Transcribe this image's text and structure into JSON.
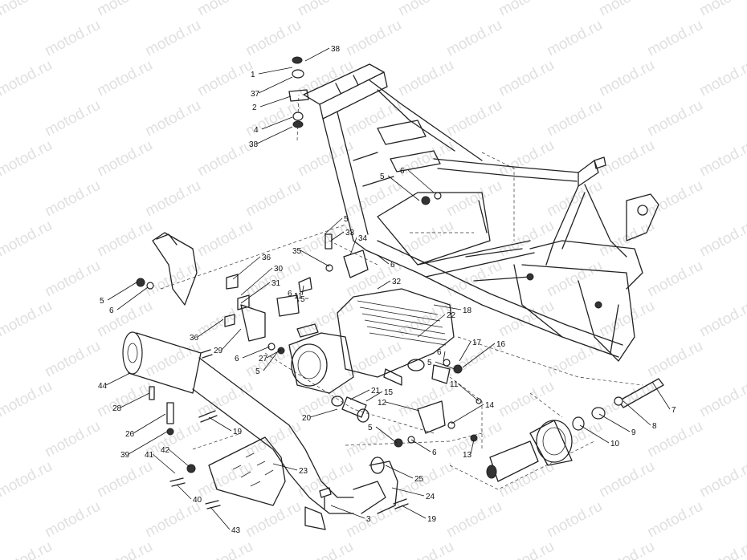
{
  "watermark": {
    "text": "motod.ru",
    "color": "#c8c8c8"
  },
  "diagram": {
    "style": "exploded parts diagram, black line art on white",
    "callouts": [
      {
        "id": "c38a",
        "text": "38"
      },
      {
        "id": "c1",
        "text": "1"
      },
      {
        "id": "c37",
        "text": "37"
      },
      {
        "id": "c2",
        "text": "2"
      },
      {
        "id": "c4",
        "text": "4"
      },
      {
        "id": "c38b",
        "text": "38"
      },
      {
        "id": "c5a",
        "text": "5"
      },
      {
        "id": "c6a",
        "text": "6"
      },
      {
        "id": "c5b",
        "text": "5"
      },
      {
        "id": "c33",
        "text": "33"
      },
      {
        "id": "c34",
        "text": "34"
      },
      {
        "id": "c6b",
        "text": "6"
      },
      {
        "id": "c35",
        "text": "35"
      },
      {
        "id": "c36a",
        "text": "36"
      },
      {
        "id": "c30",
        "text": "30"
      },
      {
        "id": "c31",
        "text": "31"
      },
      {
        "id": "c32",
        "text": "32"
      },
      {
        "id": "c11a",
        "text": "11"
      },
      {
        "id": "c6c",
        "text": "6"
      },
      {
        "id": "c5c",
        "text": "5"
      },
      {
        "id": "c5d",
        "text": "5"
      },
      {
        "id": "c6d",
        "text": "6"
      },
      {
        "id": "c36b",
        "text": "36"
      },
      {
        "id": "c29",
        "text": "29"
      },
      {
        "id": "c6e",
        "text": "6"
      },
      {
        "id": "c5e",
        "text": "5"
      },
      {
        "id": "c27",
        "text": "27"
      },
      {
        "id": "c18",
        "text": "18"
      },
      {
        "id": "c22",
        "text": "22"
      },
      {
        "id": "c6f",
        "text": "6"
      },
      {
        "id": "c5f",
        "text": "5"
      },
      {
        "id": "c17",
        "text": "17"
      },
      {
        "id": "c16",
        "text": "16"
      },
      {
        "id": "c44",
        "text": "44"
      },
      {
        "id": "c28",
        "text": "28"
      },
      {
        "id": "c21",
        "text": "21"
      },
      {
        "id": "c15",
        "text": "15"
      },
      {
        "id": "c12",
        "text": "12"
      },
      {
        "id": "c11b",
        "text": "11"
      },
      {
        "id": "c14",
        "text": "14"
      },
      {
        "id": "c20",
        "text": "20"
      },
      {
        "id": "c7",
        "text": "7"
      },
      {
        "id": "c8",
        "text": "8"
      },
      {
        "id": "c9",
        "text": "9"
      },
      {
        "id": "c10",
        "text": "10"
      },
      {
        "id": "c26",
        "text": "26"
      },
      {
        "id": "c19a",
        "text": "19"
      },
      {
        "id": "c39",
        "text": "39"
      },
      {
        "id": "c5g",
        "text": "5"
      },
      {
        "id": "c6g",
        "text": "6"
      },
      {
        "id": "c13",
        "text": "13"
      },
      {
        "id": "c41",
        "text": "41"
      },
      {
        "id": "c42",
        "text": "42"
      },
      {
        "id": "c23",
        "text": "23"
      },
      {
        "id": "c25",
        "text": "25"
      },
      {
        "id": "c24",
        "text": "24"
      },
      {
        "id": "c40",
        "text": "40"
      },
      {
        "id": "c19b",
        "text": "19"
      },
      {
        "id": "c3",
        "text": "3"
      },
      {
        "id": "c43",
        "text": "43"
      }
    ]
  }
}
